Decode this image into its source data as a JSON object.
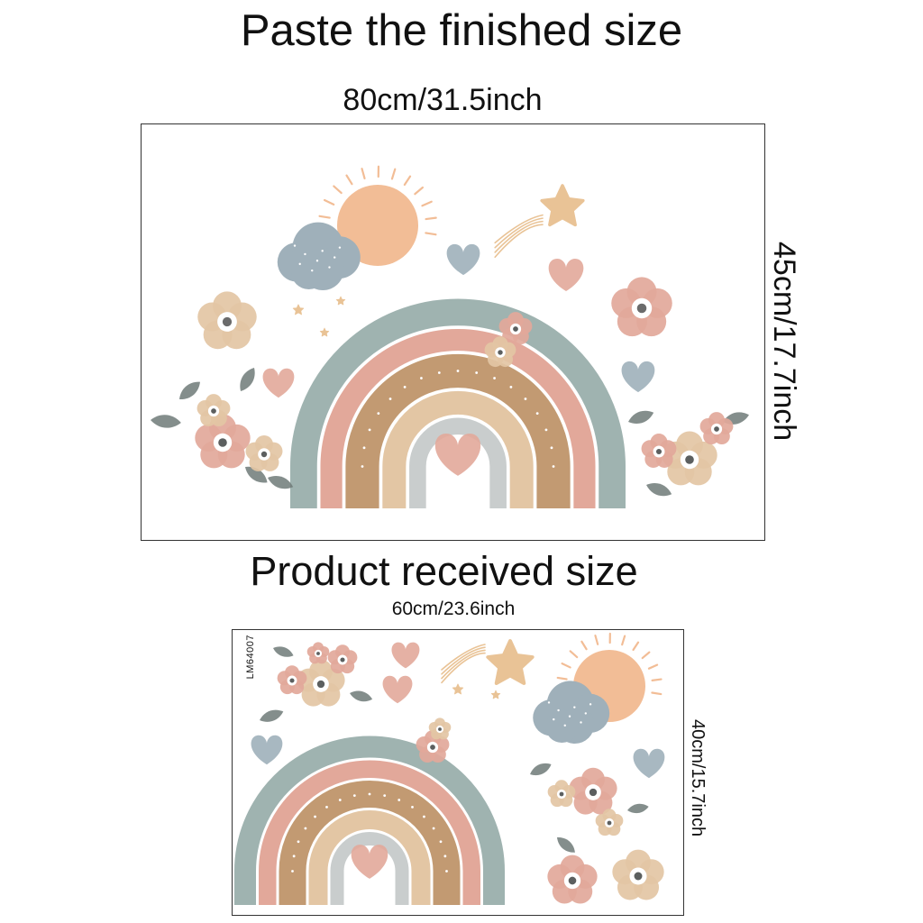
{
  "finished": {
    "title": "Paste the finished size",
    "width_label": "80cm/31.5inch",
    "height_label": "45cm/17.7inch"
  },
  "received": {
    "title": "Product received size",
    "width_label": "60cm/23.6inch",
    "height_label": "40cm/15.7inch",
    "product_code": "LM64007"
  },
  "colors": {
    "sage": "#9fb3b0",
    "pink": "#e2a89a",
    "tan": "#c29a72",
    "beige": "#e3c6a4",
    "grey": "#c9cdcd",
    "leaf": "#6f7a78",
    "sun": "#f2bd96",
    "cloud": "#9fb0ba",
    "star": "#e9c396"
  }
}
